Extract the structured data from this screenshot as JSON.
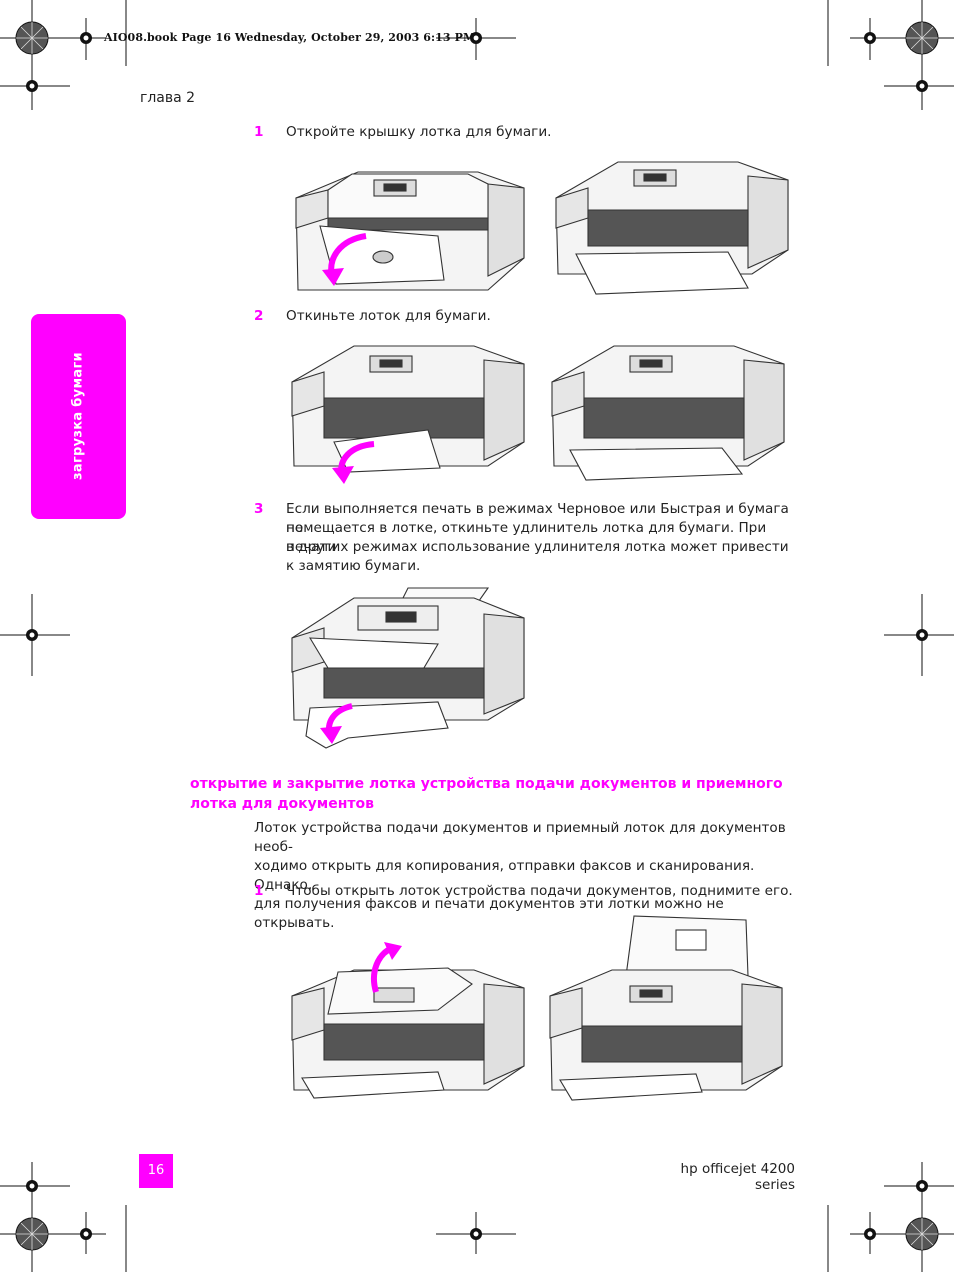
{
  "book_header": "AIO08.book  Page 16  Wednesday, October 29, 2003  6:13 PM",
  "chapter": "глава 2",
  "side_tab": "загрузка бумаги",
  "steps_top": [
    {
      "num": "1",
      "lines": [
        "Откройте крышку лотка для бумаги."
      ]
    },
    {
      "num": "2",
      "lines": [
        "Откиньте лоток для бумаги."
      ]
    },
    {
      "num": "3",
      "lines": [
        "Если выполняется печать в режимах Черновое или Быстрая и бумага не",
        "помещается в лотке, откиньте удлинитель лотка для бумаги. При печати",
        "в других режимах использование удлинителя лотка может привести",
        "к замятию бумаги."
      ]
    }
  ],
  "section": {
    "title_lines": [
      "открытие и закрытие лотка устройства подачи документов и приемного",
      "лотка для документов"
    ],
    "paragraph_lines": [
      "Лоток устройства подачи документов и приемный лоток для документов необ-",
      "ходимо открыть для копирования, отправки факсов и сканирования. Однако,",
      "для получения факсов и печати документов эти лотки можно не открывать."
    ],
    "step": {
      "num": "1",
      "lines": [
        "Чтобы открыть лоток устройства подачи документов, поднимите его."
      ]
    }
  },
  "footer": {
    "page_number": "16",
    "title": "hp officejet 4200 series"
  },
  "colors": {
    "accent": "#ff00ff",
    "text": "#222222",
    "line": "#333333"
  },
  "illustrations": [
    {
      "name": "printer-cover-closed-icon",
      "arrow": true
    },
    {
      "name": "printer-cover-open-icon",
      "arrow": false
    },
    {
      "name": "printer-tray-folding-icon",
      "arrow": true
    },
    {
      "name": "printer-tray-open-icon",
      "arrow": false
    },
    {
      "name": "printer-tray-extender-icon",
      "arrow": true
    },
    {
      "name": "printer-document-feeder-lift-icon",
      "arrow": true
    },
    {
      "name": "printer-document-feeder-open-icon",
      "arrow": false
    }
  ]
}
